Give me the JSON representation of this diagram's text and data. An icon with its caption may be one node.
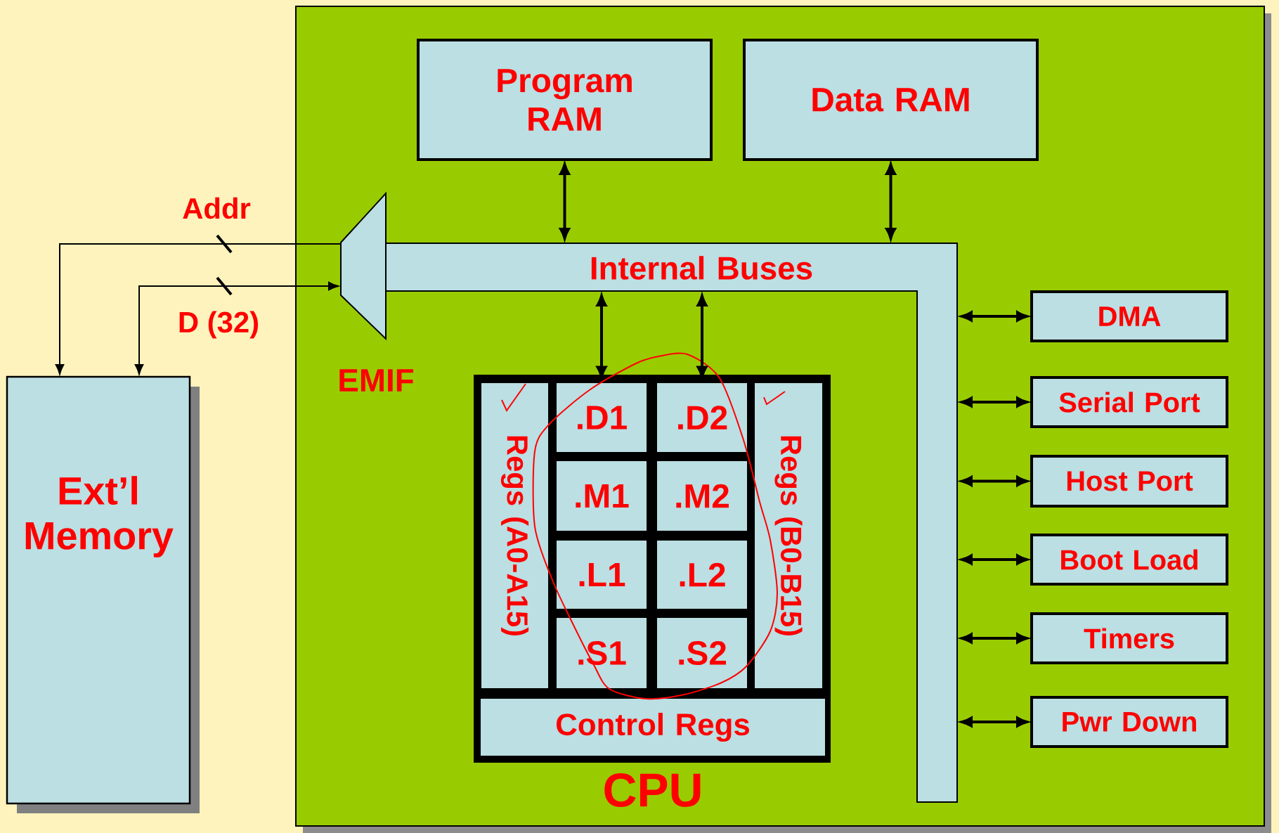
{
  "diagram": {
    "nodes": [
      {
        "text": [],
        "shape": "box"
      },
      {
        "text": [
          "Program RAM"
        ],
        "in": 0
      },
      {
        "text": [
          "Data RAM"
        ],
        "in": 0
      },
      {
        "text": [
          "Internal Buses"
        ],
        "in": 0
      },
      {
        "text": [
          "EMIF"
        ],
        "in": 0
      },
      {
        "text": [
          "CPU"
        ],
        "in": 0
      },
      {
        "text": [
          "Regs (A0-A15)"
        ],
        "in": 5
      },
      {
        "text": [
          ".D1"
        ],
        "in": 5
      },
      {
        "text": [
          ".D2"
        ],
        "in": 5
      },
      {
        "text": [
          ".M1"
        ],
        "in": 5
      },
      {
        "text": [
          ".M2"
        ],
        "in": 5
      },
      {
        "text": [
          ".L1"
        ],
        "in": 5
      },
      {
        "text": [
          ".L2"
        ],
        "in": 5
      },
      {
        "text": [
          ".S1"
        ],
        "in": 5
      },
      {
        "text": [
          ".S2"
        ],
        "in": 5
      },
      {
        "text": [
          "Regs (B0-B15)"
        ],
        "in": 5
      },
      {
        "text": [
          "Control Regs"
        ],
        "in": 5
      },
      {
        "text": [
          "DMA"
        ],
        "in": 0
      },
      {
        "text": [
          "Serial Port"
        ],
        "in": 0
      },
      {
        "text": [
          "Host Port"
        ],
        "in": 0
      },
      {
        "text": [
          "Boot Load"
        ],
        "in": 0
      },
      {
        "text": [
          "Timers"
        ],
        "in": 0
      },
      {
        "text": [
          "Pwr Down"
        ],
        "in": 0
      },
      {
        "text": [
          "Ext’l Memory"
        ]
      }
    ],
    "edges": [
      {
        "from": 1,
        "to": 3,
        "arrow": "both"
      },
      {
        "from": 2,
        "to": 3,
        "arrow": "both"
      },
      {
        "from": 3,
        "to": 7,
        "arrow": "both"
      },
      {
        "from": 3,
        "to": 8,
        "arrow": "both"
      },
      {
        "from": 3,
        "to": 17,
        "arrow": "both"
      },
      {
        "from": 3,
        "to": 18,
        "arrow": "both"
      },
      {
        "from": 3,
        "to": 19,
        "arrow": "both"
      },
      {
        "from": 3,
        "to": 20,
        "arrow": "both"
      },
      {
        "from": 3,
        "to": 21,
        "arrow": "both"
      },
      {
        "from": 3,
        "to": 22,
        "arrow": "both"
      },
      {
        "from": 4,
        "to": 23,
        "arrow": "to",
        "label": "Addr"
      },
      {
        "from": 4,
        "to": 23,
        "arrow": "both",
        "label": "D (32)"
      }
    ]
  }
}
